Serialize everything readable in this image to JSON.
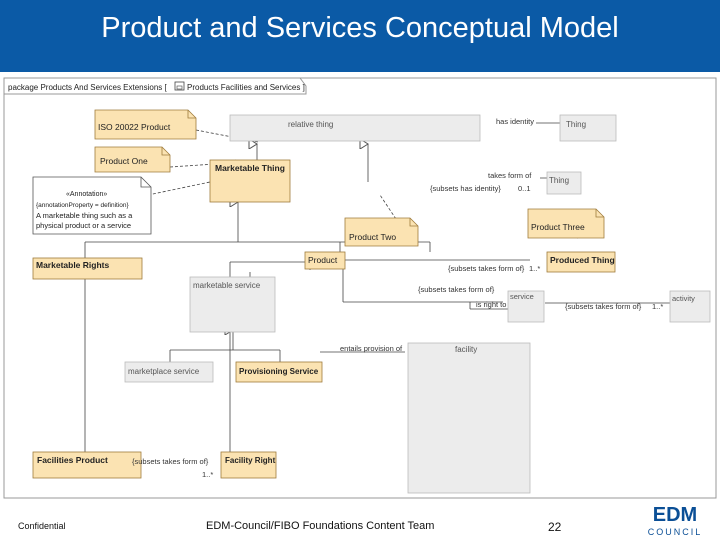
{
  "header": {
    "title": "Product and Services Conceptual Model"
  },
  "package": {
    "label": "package  Products And Services Extensions [",
    "suffix": "Products Facilities and Services ]"
  },
  "notes": {
    "iso": "ISO 20022 Product",
    "product_one": "Product One",
    "product_two": "Product Two",
    "product_three": "Product Three",
    "annotation_l1": "«Annotation»",
    "annotation_l2": "{annotationProperty = definition}",
    "annotation_l3": "A marketable thing such as a",
    "annotation_l4": "physical product or a service"
  },
  "classes": {
    "relative_thing": "relative thing",
    "thing_top": "Thing",
    "thing_mid": "Thing",
    "marketable_thing": "Marketable Thing",
    "marketable_rights": "Marketable Rights",
    "product": "Product",
    "produced_thing": "Produced Thing",
    "marketable_service": "marketable service",
    "service": "service",
    "activity": "activity",
    "marketplace_service": "marketplace service",
    "provisioning_service": "Provisioning Service",
    "facility": "facility",
    "facilities_product": "Facilities Product",
    "facility_right": "Facility Right"
  },
  "relations": {
    "has_identity": "has identity",
    "takes_form_of": "takes form of",
    "subsets_has_identity": "{subsets has identity}",
    "mult_01": "0..1",
    "subsets_takes_form_of_1": "{subsets takes form of}",
    "mult_1star_a": "1..*",
    "subsets_takes_form_of_2": "{subsets takes form of}",
    "is_right_to": "is right to",
    "subsets_takes_form_of_3": "{subsets takes form of}",
    "mult_1star_b": "1..*",
    "entails_provision_of": "entails provision of",
    "subsets_takes_form_of_4": "{subsets takes form of}",
    "mult_1star_c": "1..*"
  },
  "footer": {
    "confidential": "Confidential",
    "team": "EDM-Council/FIBO Foundations Content Team",
    "page_number": "22",
    "logo_top": "EDM",
    "logo_bottom": "COUNCIL"
  },
  "colors": {
    "title_bar": "#0b5aa6",
    "class_fill": "#fbe3b2",
    "note_fill": "#fbe3b2",
    "border": "#a07c3c",
    "gray_box": "#e8e8e8"
  }
}
